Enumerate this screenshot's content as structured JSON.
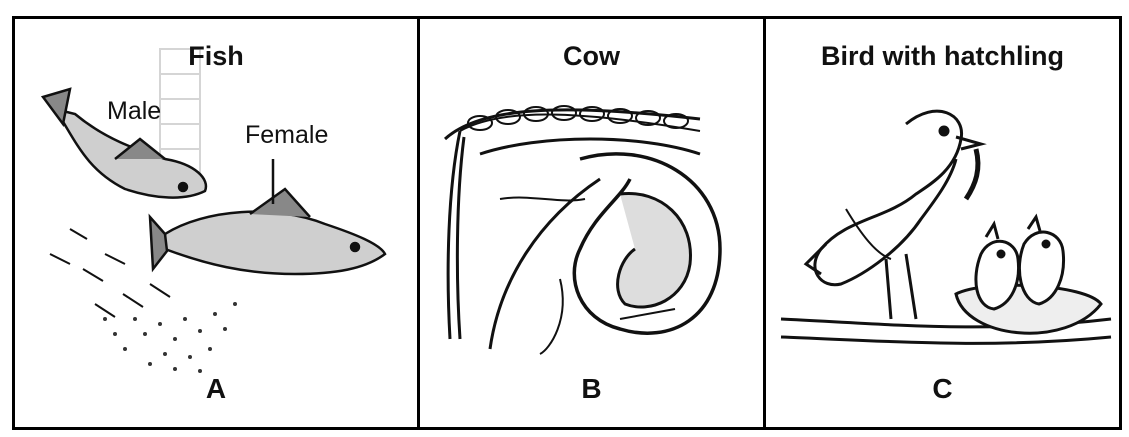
{
  "panels": [
    {
      "title": "Fish",
      "label": "A",
      "annotations": [
        "Male",
        "Female"
      ]
    },
    {
      "title": "Cow",
      "label": "B"
    },
    {
      "title": "Bird with hatchling",
      "label": "C"
    }
  ]
}
